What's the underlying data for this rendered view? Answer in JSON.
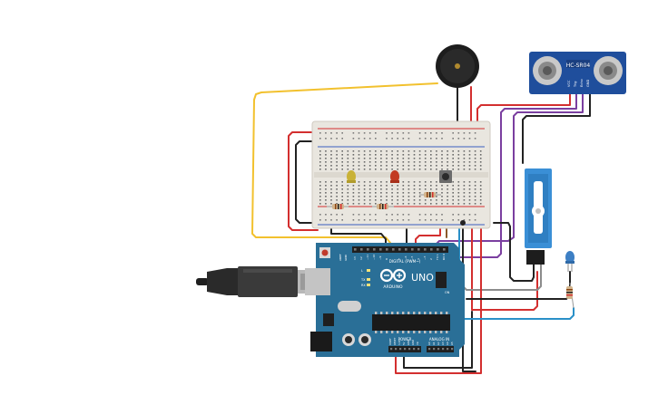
{
  "colors": {
    "background": "#ffffff",
    "breadboard": "#e9e6df",
    "arduino_board": "#2a6f97",
    "wire_red": "#d32f2f",
    "wire_black": "#222222",
    "wire_yellow": "#f2c12e",
    "wire_purple": "#7b3fa0",
    "wire_blue": "#2a90c8",
    "wire_gray": "#8c8c8c",
    "wire_brown": "#8a5a2b",
    "sensor_blue": "#1f4e9c",
    "servo_blue": "#3a8fd6",
    "led_yellow": "#c9b237",
    "led_red": "#c23b22",
    "led_blue": "#3d7fc4"
  },
  "icons": {
    "buzzer": "buzzer-icon",
    "ultrasonic_sensor": "ultrasonic-sensor-icon",
    "servo": "servo-motor-icon",
    "usb_cable": "usb-cable-icon",
    "arduino_logo": "infinity-logo-icon"
  },
  "ultrasonic": {
    "model": "HC-SR04",
    "pins": [
      "VCC",
      "Trig",
      "Echo",
      "GND"
    ]
  },
  "arduino": {
    "logo_word": "ARDUINO",
    "model": "UNO",
    "digital_label": "DIGITAL (PWM~)",
    "analog_label": "ANALOG IN",
    "power_label": "POWER",
    "aref_label": "AREF",
    "gnd_label": "GND",
    "digital_pins": [
      "13",
      "12",
      "~11",
      "~10",
      "~9",
      "8",
      "7",
      "~6",
      "~5",
      "4",
      "~3",
      "2",
      "TX 1",
      "RX 0"
    ],
    "analog_pins": [
      "A0",
      "A1",
      "A2",
      "A3",
      "A4",
      "A5"
    ],
    "power_pins": [
      "IOREF",
      "RESET",
      "3.3V",
      "5V",
      "GND",
      "GND",
      "Vin"
    ],
    "led_labels": [
      "L",
      "TX",
      "RX"
    ],
    "on_label": "ON"
  }
}
